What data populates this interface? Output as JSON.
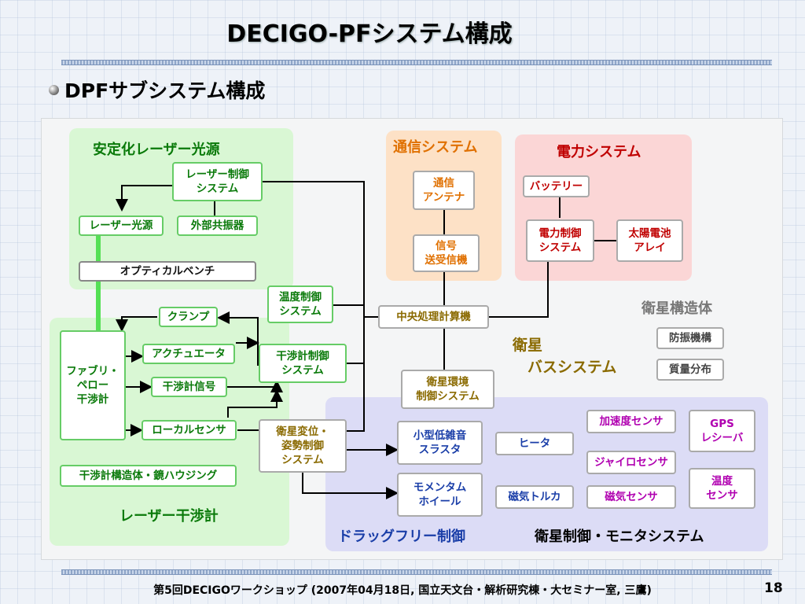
{
  "title": "DECIGO-PFシステム構成",
  "bullet": "DPFサブシステム構成",
  "regions": {
    "laser_source": "安定化レーザー光源",
    "laser_interferometer": "レーザー干渉計",
    "comm": "通信システム",
    "power": "電力システム",
    "structure": "衛星構造体",
    "bus": "衛星\n　バスシステム",
    "dragfree": "ドラッグフリー制御",
    "monitor": "衛星制御・モニタシステム"
  },
  "boxes": {
    "laser_ctrl": "レーザー制御\nシステム",
    "laser_src": "レーザー光源",
    "ext_cavity": "外部共振器",
    "optical_bench": "オプティカルベンチ",
    "clamp": "クランプ",
    "actuator": "アクチュエータ",
    "fp": "ファブリ・\nペロー\n干渉計",
    "ifo_signal": "干渉計信号",
    "local_sensor": "ローカルセンサ",
    "ifo_housing": "干渉計構造体・鏡ハウジング",
    "temp_ctrl": "温度制御\nシステム",
    "ifo_ctrl": "干渉計制御\nシステム",
    "att_ctrl": "衛星変位・\n姿勢制御\nシステム",
    "comm_antenna": "通信\nアンテナ",
    "transceiver": "信号\n送受信機",
    "cpu": "中央処理計算機",
    "env_ctrl": "衛星環境\n制御システム",
    "battery": "バッテリー",
    "power_ctrl": "電力制御\nシステム",
    "solar": "太陽電池\nアレイ",
    "vib_isolation": "防振機構",
    "mass_dist": "質量分布",
    "thruster": "小型低雑音\nスラスタ",
    "momentum_wheel": "モメンタム\nホイール",
    "heater": "ヒータ",
    "mag_torquer": "磁気トルカ",
    "accel_sensor": "加速度センサ",
    "gyro_sensor": "ジャイロセンサ",
    "mag_sensor": "磁気センサ",
    "gps": "GPS\nレシーバ",
    "temp_sensor": "温度\nセンサ"
  },
  "footer": "第5回DECIGOワークショップ (2007年04月18日, 国立天文台・解析研究棟・大セミナー室, 三鷹)",
  "page": "18",
  "colors": {
    "green_text": "#0a7a0a",
    "orange_text": "#e07000",
    "red_text": "#c00000",
    "purple_text": "#b000b0",
    "blue_text": "#1a3ea8"
  }
}
